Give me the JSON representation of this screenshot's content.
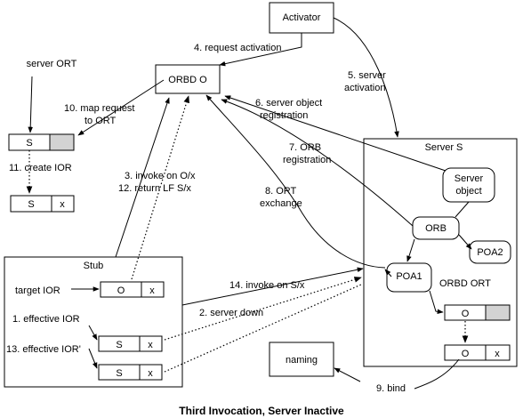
{
  "caption": "Third Invocation, Server Inactive",
  "nodes": {
    "activator": "Activator",
    "orbd": "ORBD O",
    "server": "Server S",
    "server_object": [
      "Server",
      "object"
    ],
    "orb": "ORB",
    "poa1": "POA1",
    "poa2": "POA2",
    "orbd_ort": "ORBD ORT",
    "stub": "Stub",
    "naming": "naming",
    "server_ort": "server ORT"
  },
  "ior_cells": {
    "ort_s": "S",
    "created_s": "S",
    "created_x": "x",
    "target_o": "O",
    "target_x": "x",
    "eff1_s": "S",
    "eff1_x": "x",
    "eff13_s": "S",
    "eff13_x": "x",
    "orbd_ort_o": "O",
    "orbd_ort2_o": "O",
    "orbd_ort2_x": "x"
  },
  "labels": {
    "stub_target_ior": "target IOR",
    "stub_effective_ior": "1. effective IOR",
    "stub_effective_ior13": "13. effective IOR'",
    "step4": "4. request activation",
    "step5": [
      "5. server",
      "activation"
    ],
    "step6": [
      "6. server object",
      "registration"
    ],
    "step7": [
      "7. ORB",
      "registration"
    ],
    "step8": [
      "8. ORT",
      "exchange"
    ],
    "step10": [
      "10. map request",
      "to ORT"
    ],
    "step11": "11. create IOR",
    "step3_12": [
      "3. invoke on O/x",
      "12. return LF S/x"
    ],
    "step14": "14. invoke on S/x",
    "step2": "2. server down",
    "step9": "9. bind"
  },
  "colors": {
    "shaded_cell": "#d3d3d3",
    "stroke": "#000000"
  }
}
